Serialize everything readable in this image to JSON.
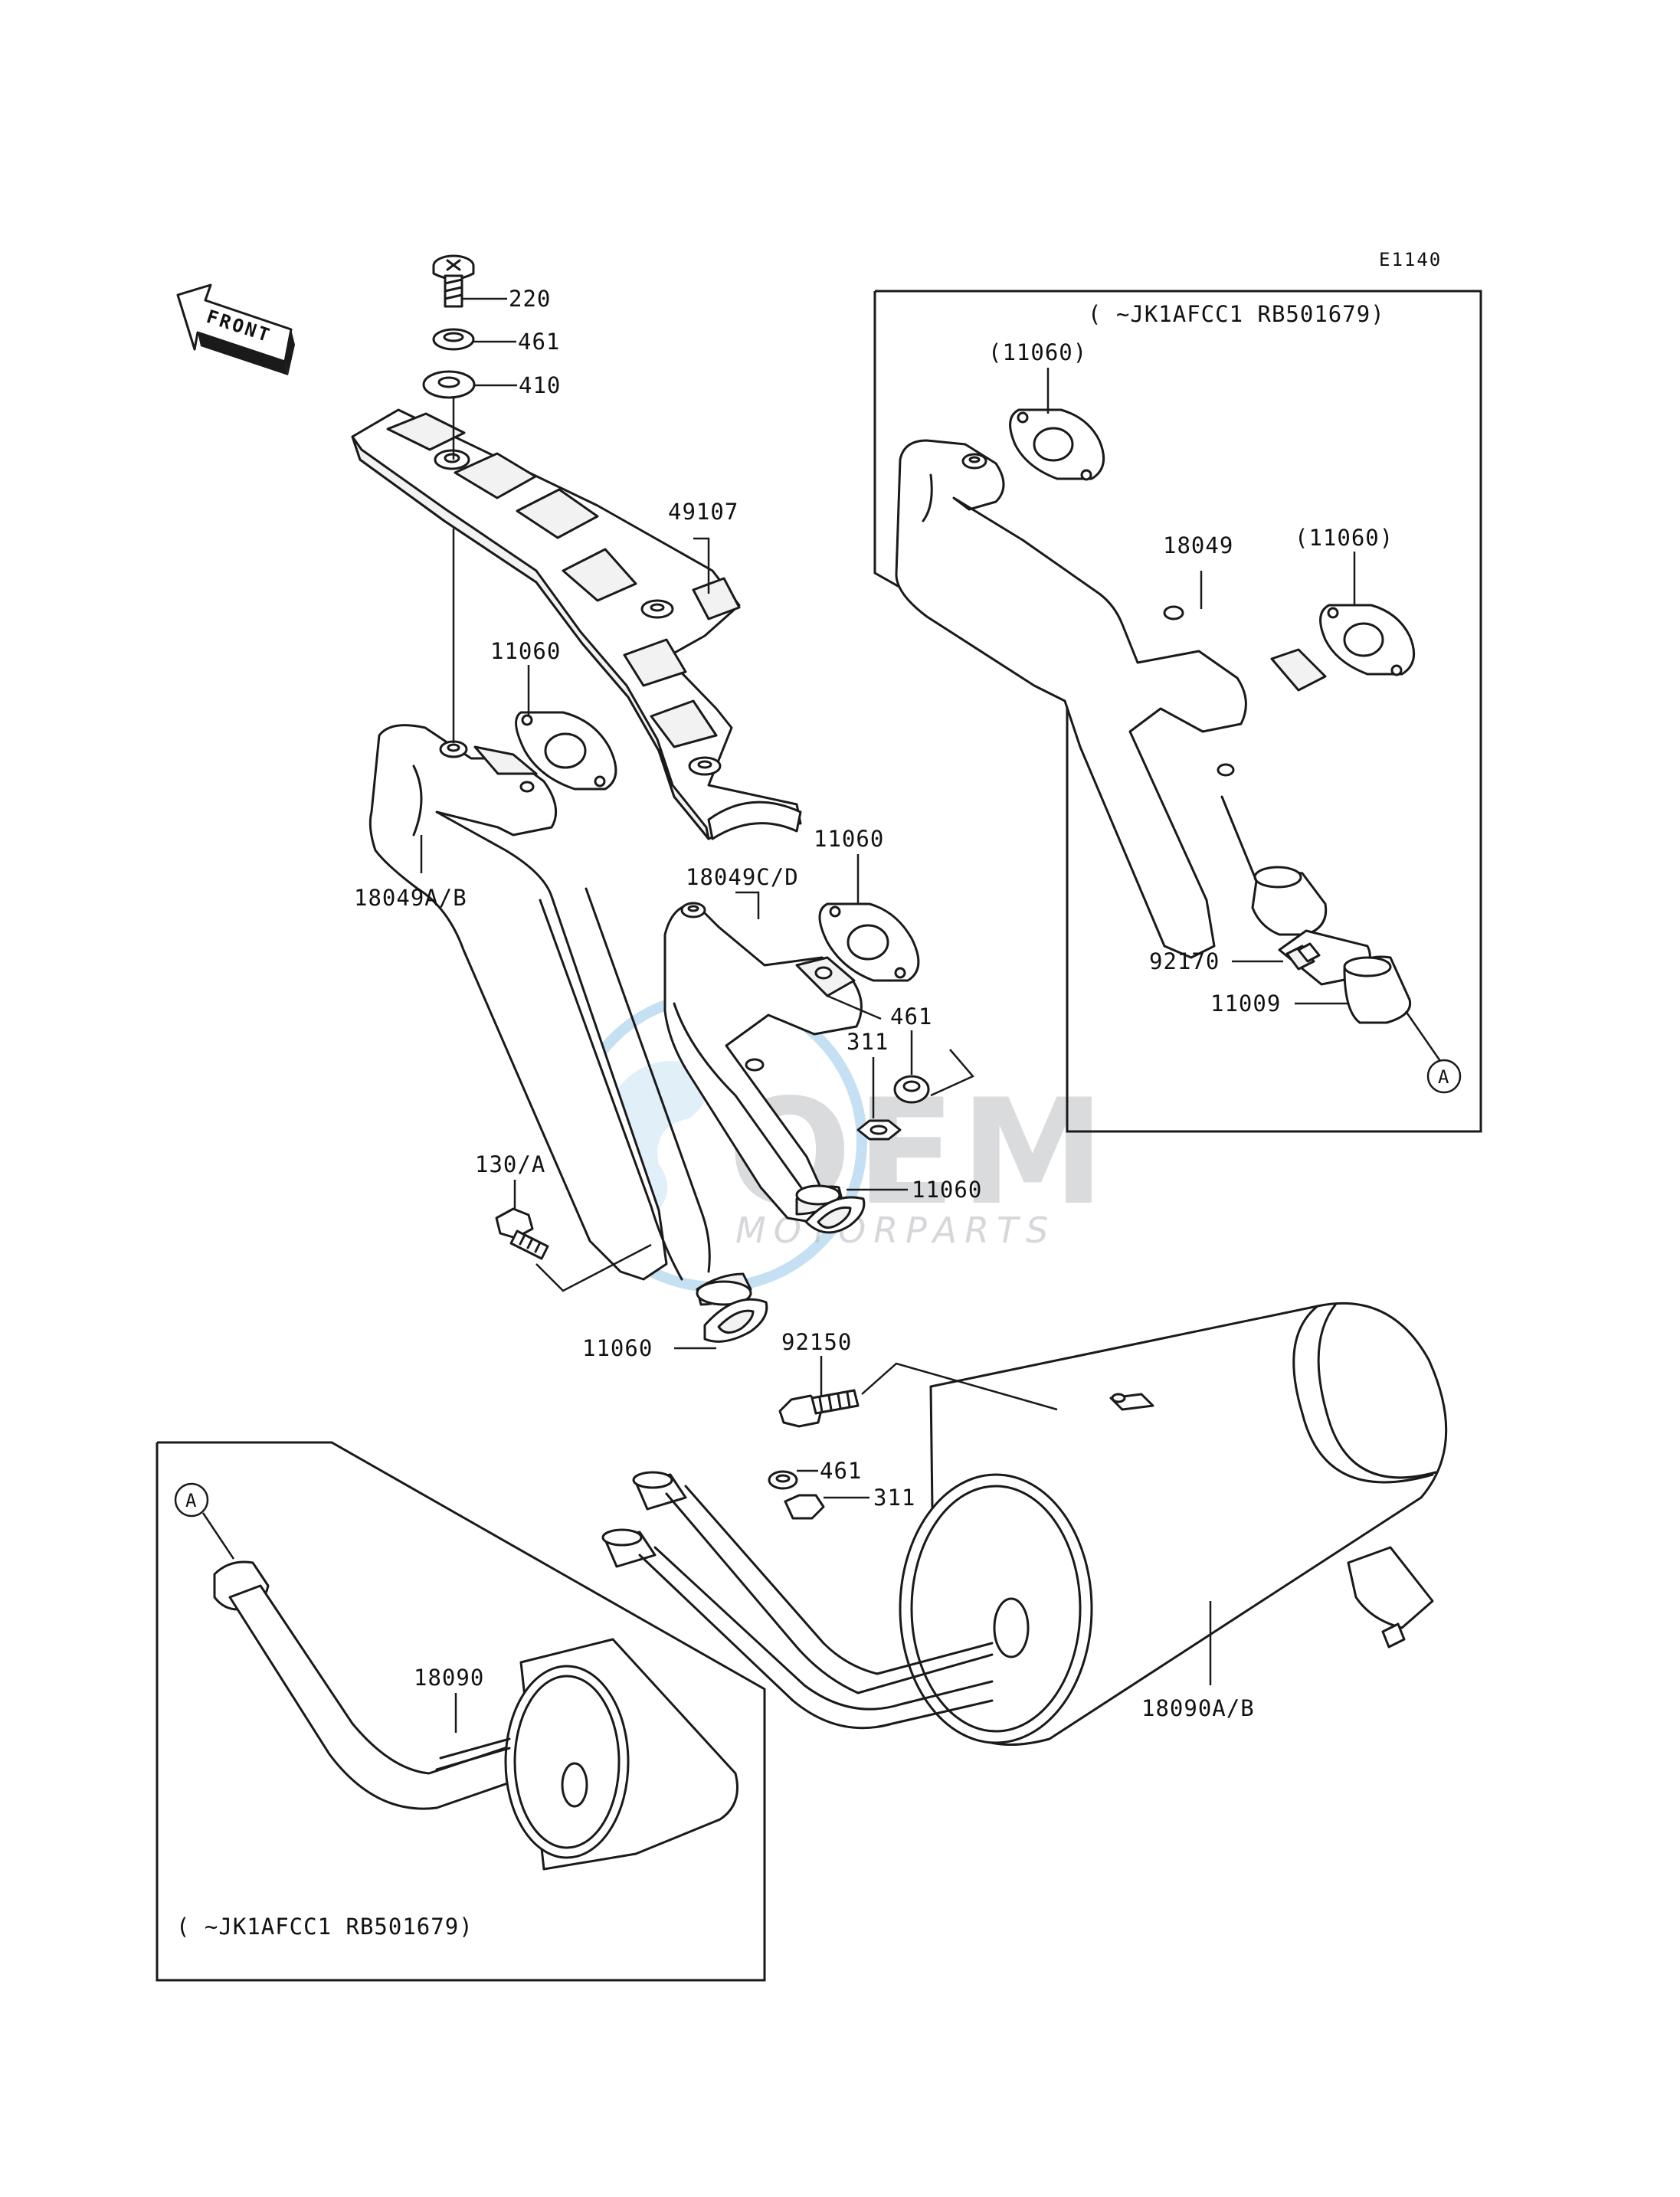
{
  "diagram_code": "E1140",
  "front_indicator": "FRONT",
  "serial_note": "(    ~JK1AFCC1 RB501679)",
  "reference_letter": "A",
  "watermark": {
    "brand": "OEM",
    "sub": "MOTORPARTS",
    "color": "#b9bdc1",
    "globe_color": "#5aa6de"
  },
  "labels": {
    "screw": "220",
    "lock_washer_top": "461",
    "washer_top": "410",
    "heat_guard": "49107",
    "gasket_top": "11060",
    "pipe_front": "18049A/B",
    "pipe_rear": "18049C/D",
    "gasket_mid": "11060",
    "lock_washer_mid": "461",
    "nut_mid": "311",
    "gasket_pipe_rear": "11060",
    "bolt": "130/A",
    "gasket_pipe_front": "11060",
    "muffler_bolt": "92150",
    "lock_washer_muffler": "461",
    "nut_muffler": "311",
    "muffler_main": "18090A/B",
    "inset_top_gasket_a": "(11060)",
    "inset_top_pipe": "18049",
    "inset_top_gasket_b": "(11060)",
    "inset_top_clamp": "92170",
    "inset_top_sleeve": "11009",
    "inset_bottom_muffler": "18090"
  }
}
